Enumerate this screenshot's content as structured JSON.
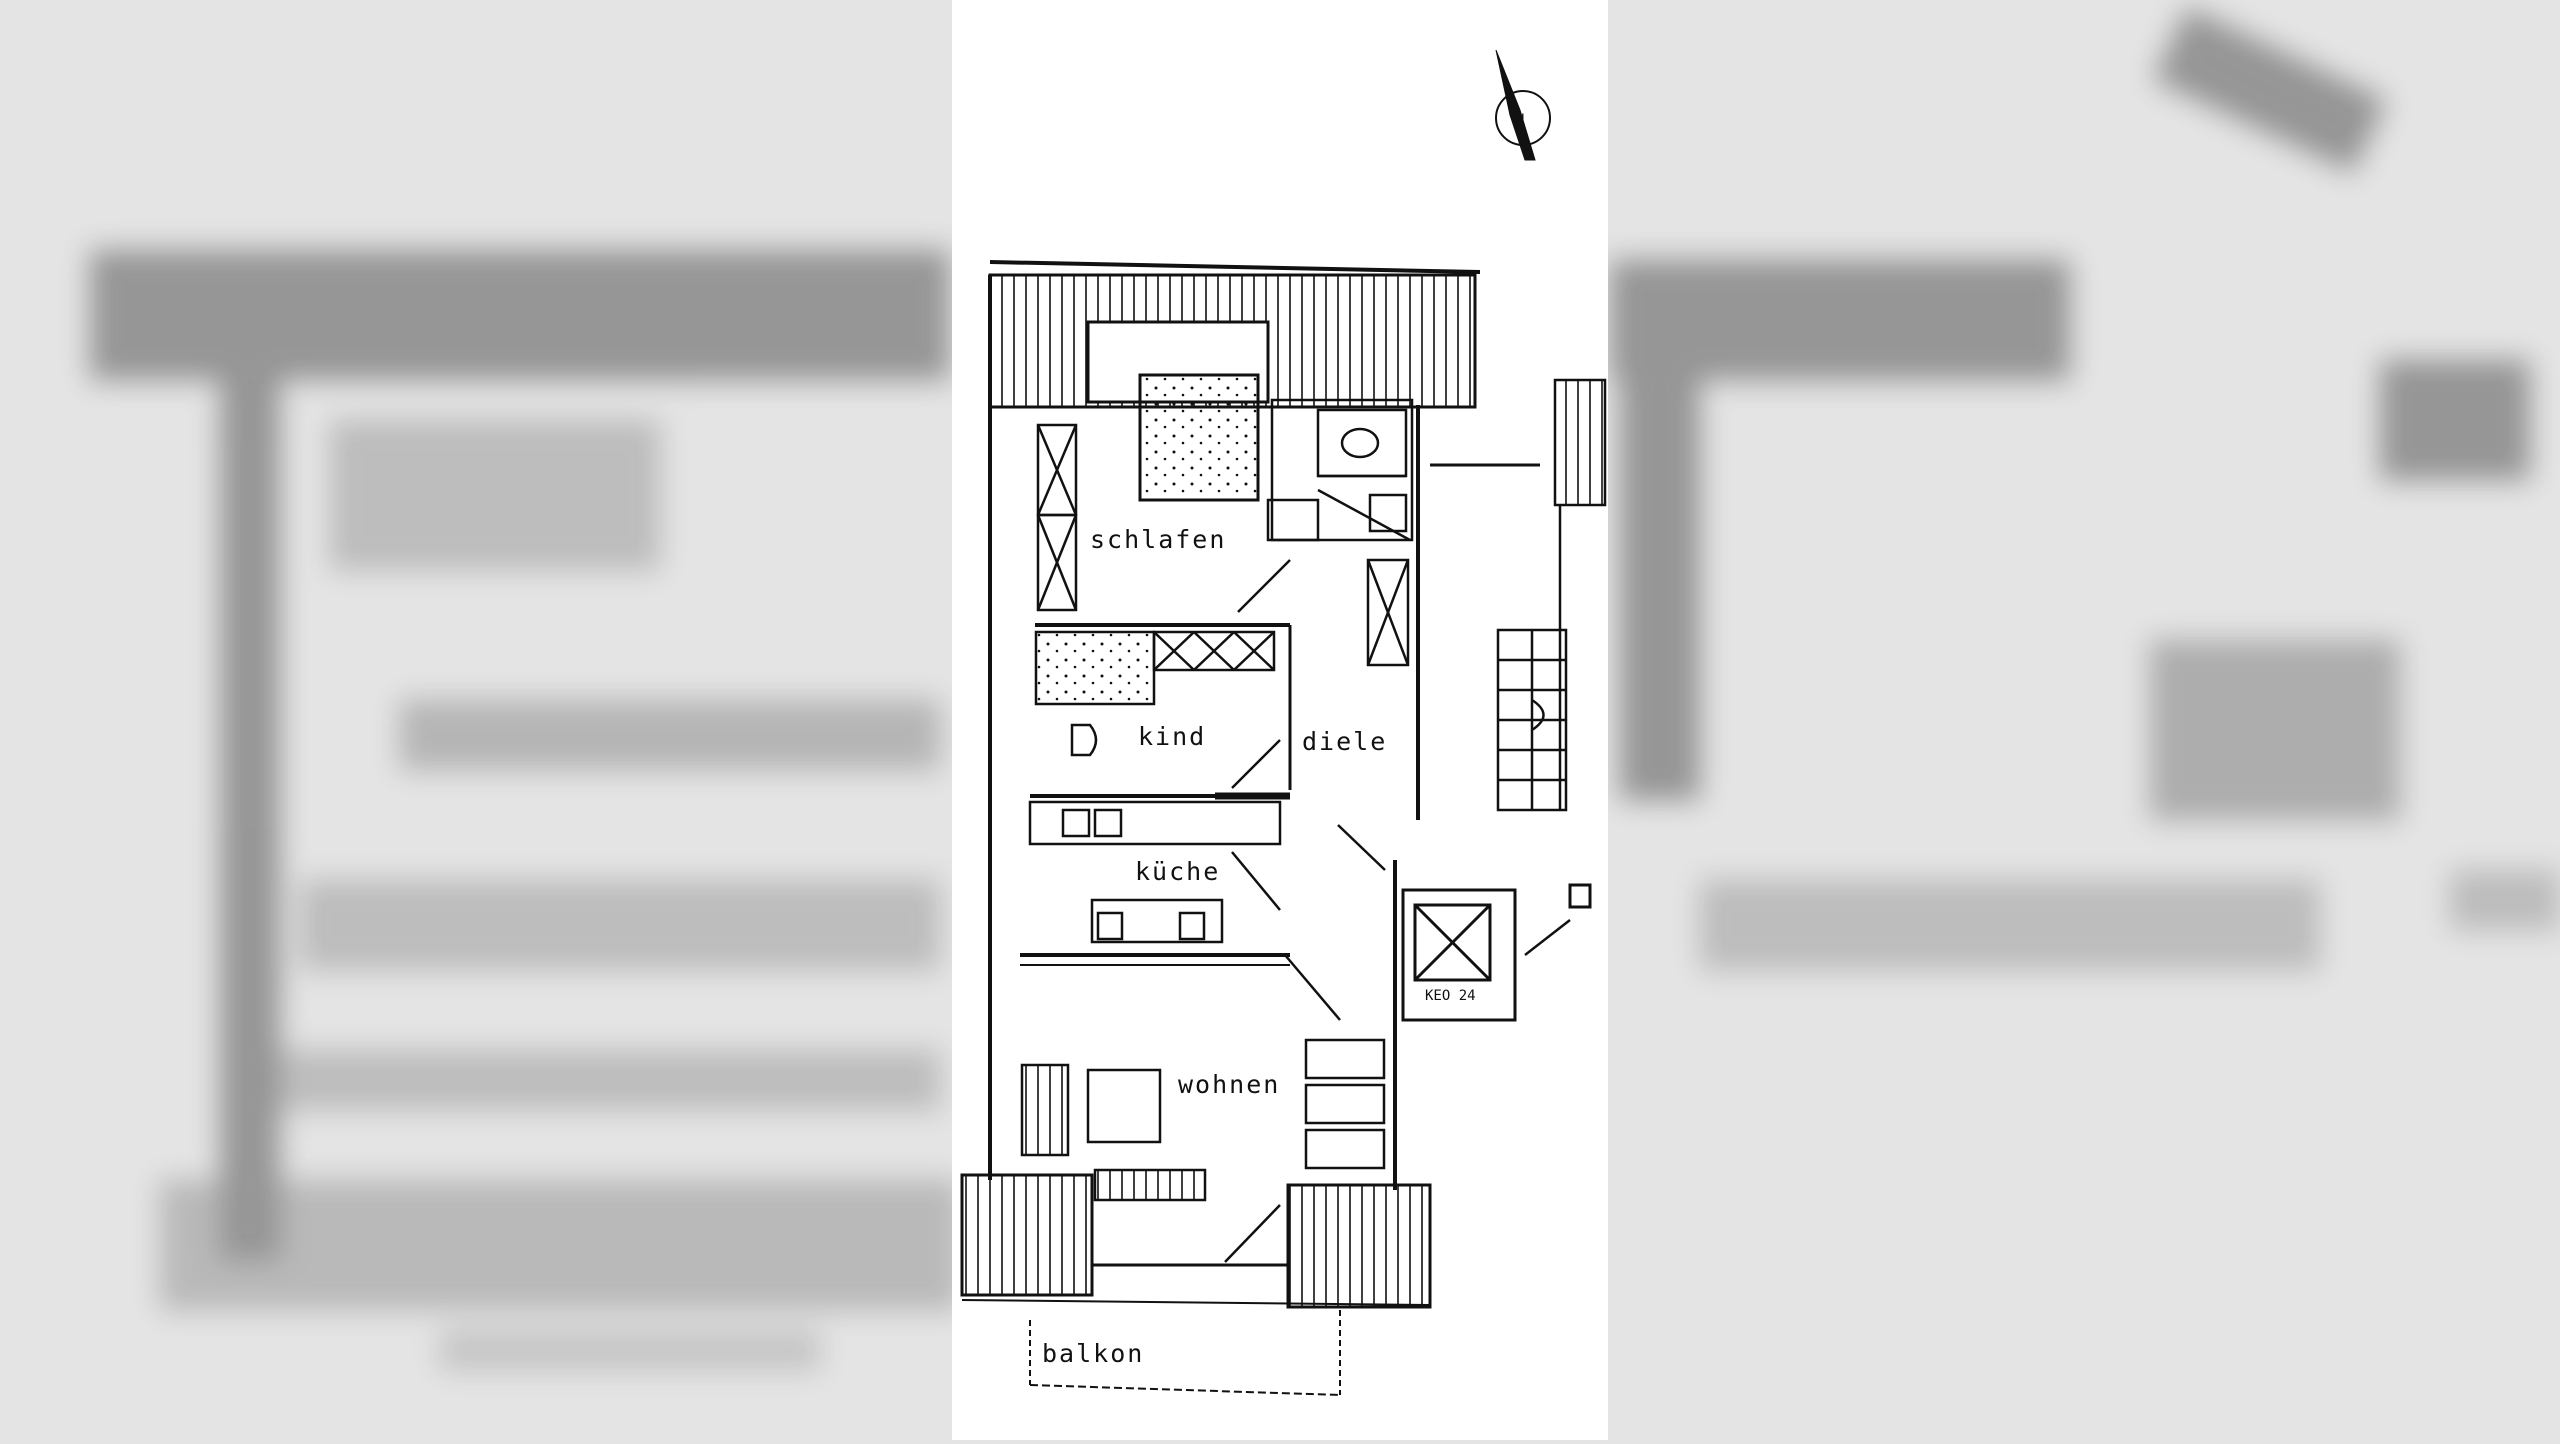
{
  "floorplan": {
    "rooms": {
      "schlafen": "schlafen",
      "kind": "kind",
      "diele": "diele",
      "kueche": "küche",
      "wohnen": "wohnen",
      "balkon": "balkon"
    },
    "fixtures": {
      "chimney": "KEO 24"
    },
    "compass": {
      "symbol": "N"
    }
  },
  "style": {
    "ink": "#111111",
    "paper": "#ffffff",
    "background": "#e4e4e4"
  }
}
